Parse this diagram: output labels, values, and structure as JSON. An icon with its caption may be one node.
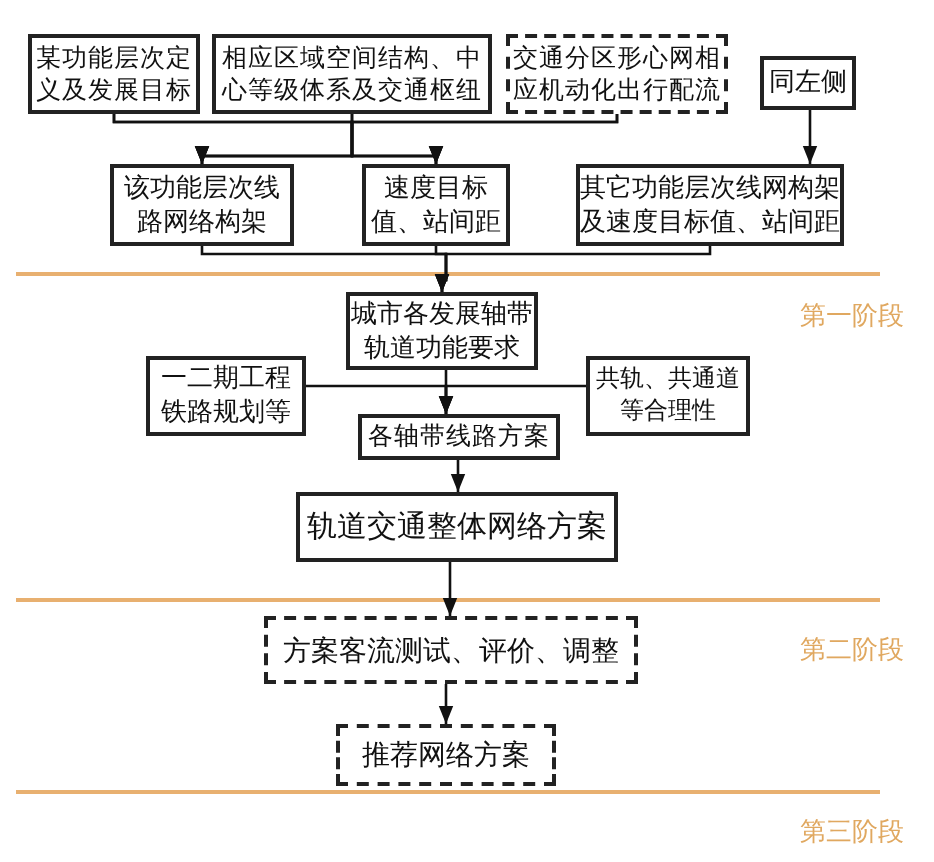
{
  "diagram": {
    "nodes": [
      {
        "text": [
          "某功能层次定义及发展目标"
        ]
      },
      {
        "text": [
          "相应区域空间结构、中心等级体系及交通枢纽"
        ]
      },
      {
        "text": [
          "交通分区形心网相应机动化出行配流"
        ]
      },
      {
        "text": [
          "同左侧"
        ]
      },
      {
        "text": [
          "该功能层次线路网络构架"
        ]
      },
      {
        "text": [
          "速度目标值、站间距"
        ]
      },
      {
        "text": [
          "其它功能层次线网构架及速度目标值、站间距"
        ]
      },
      {
        "text": [
          "城市各发展轴带轨道功能要求"
        ]
      },
      {
        "text": [
          "一二期工程铁路规划等"
        ]
      },
      {
        "text": [
          "共轨、共通道等合理性"
        ]
      },
      {
        "text": [
          "各轴带线路方案"
        ]
      },
      {
        "text": [
          "轨道交通整体网络方案"
        ]
      },
      {
        "text": [
          "方案客流测试、评价、调整"
        ]
      },
      {
        "text": [
          "推荐网络方案"
        ]
      }
    ],
    "edges": [
      {
        "from": 0,
        "to": 4,
        "arrow": "to"
      },
      {
        "from": 0,
        "to": 5,
        "arrow": "to"
      },
      {
        "from": 1,
        "to": 4,
        "arrow": "to"
      },
      {
        "from": 1,
        "to": 5,
        "arrow": "to"
      },
      {
        "from": 2,
        "to": 4,
        "arrow": "to"
      },
      {
        "from": 2,
        "to": 5,
        "arrow": "to"
      },
      {
        "from": 3,
        "to": 6,
        "arrow": "to"
      },
      {
        "from": 4,
        "to": 7,
        "arrow": "to"
      },
      {
        "from": 5,
        "to": 7,
        "arrow": "to"
      },
      {
        "from": 6,
        "to": 7,
        "arrow": "to"
      },
      {
        "from": 7,
        "to": 10,
        "arrow": "to"
      },
      {
        "from": 8,
        "to": 10,
        "arrow": "to"
      },
      {
        "from": 9,
        "to": 10,
        "arrow": "to"
      },
      {
        "from": 10,
        "to": 11,
        "arrow": "to"
      },
      {
        "from": 11,
        "to": 12,
        "arrow": "to"
      },
      {
        "from": 12,
        "to": 13,
        "arrow": "to"
      }
    ],
    "labels": [
      "第一阶段",
      "第二阶段",
      "第三阶段"
    ]
  }
}
